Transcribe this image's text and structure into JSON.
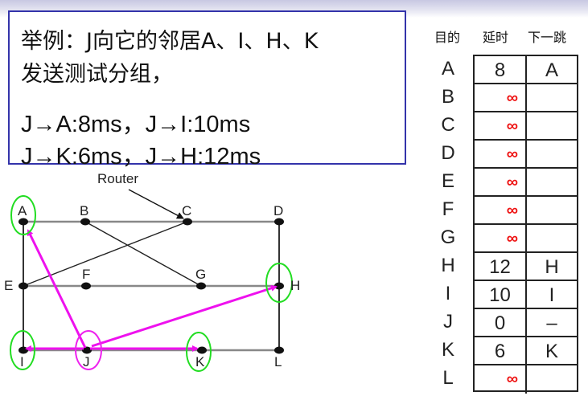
{
  "text_box": {
    "line1": "举例：J向它的邻居A、I、H、K",
    "line2": "发送测试分组，",
    "line3": "J→A:8ms，J→I:10ms",
    "line4": "J→K:6ms，J→H:12ms"
  },
  "table": {
    "headers": {
      "destination": "目的",
      "delay": "延时",
      "next_hop": "下一跳"
    },
    "rows": [
      {
        "dest": "A",
        "delay": "8",
        "hop": "A",
        "infinite": false
      },
      {
        "dest": "B",
        "delay": "∞",
        "hop": "",
        "infinite": true
      },
      {
        "dest": "C",
        "delay": "∞",
        "hop": "",
        "infinite": true
      },
      {
        "dest": "D",
        "delay": "∞",
        "hop": "",
        "infinite": true
      },
      {
        "dest": "E",
        "delay": "∞",
        "hop": "",
        "infinite": true
      },
      {
        "dest": "F",
        "delay": "∞",
        "hop": "",
        "infinite": true
      },
      {
        "dest": "G",
        "delay": "∞",
        "hop": "",
        "infinite": true
      },
      {
        "dest": "H",
        "delay": "12",
        "hop": "H",
        "infinite": false
      },
      {
        "dest": "I",
        "delay": "10",
        "hop": "I",
        "infinite": false
      },
      {
        "dest": "J",
        "delay": "0",
        "hop": "–",
        "infinite": false
      },
      {
        "dest": "K",
        "delay": "6",
        "hop": "K",
        "infinite": false
      },
      {
        "dest": "L",
        "delay": "∞",
        "hop": "",
        "infinite": true
      }
    ]
  },
  "diagram": {
    "router_label": "Router",
    "nodes": {
      "A": "A",
      "B": "B",
      "C": "C",
      "D": "D",
      "E": "E",
      "F": "F",
      "G": "G",
      "H": "H",
      "I": "I",
      "J": "J",
      "K": "K",
      "L": "L"
    },
    "colors": {
      "neighbor_circle": "#22dd22",
      "source_circle": "#ee22ee",
      "arrow": "#ee11ee",
      "infinity": "#ee1111",
      "box_border": "#3333aa"
    }
  }
}
